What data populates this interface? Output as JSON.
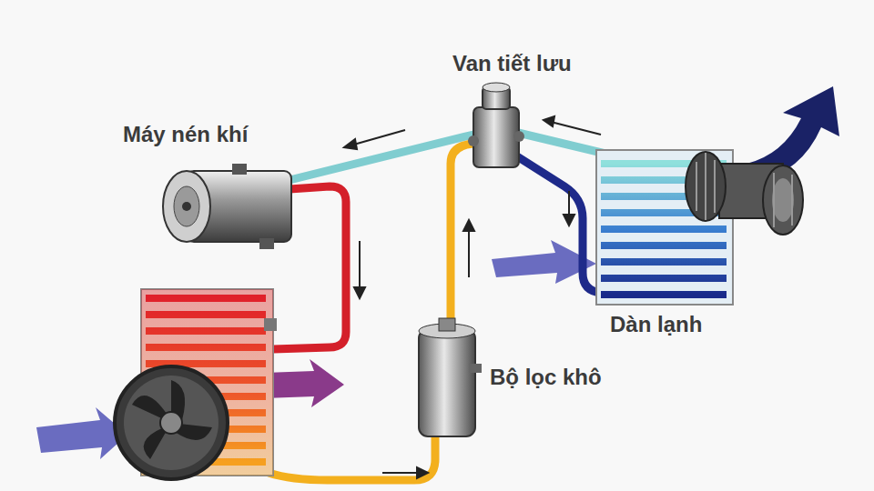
{
  "diagram": {
    "labels": [
      "Van tiết lưu",
      "Máy nén khí",
      "Dàn lạnh",
      "Bộ lọc khô"
    ]
  }
}
